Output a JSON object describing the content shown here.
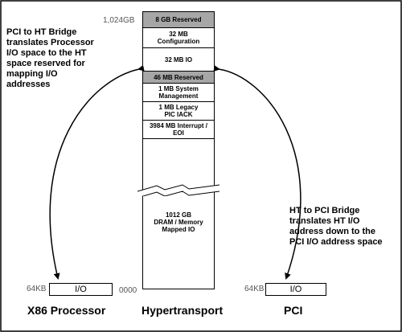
{
  "memory_map": {
    "top_address": "1,024GB",
    "bottom_address": "0000",
    "segments": [
      "8 GB Reserved",
      "32 MB\nConfiguration",
      "32 MB IO",
      "46 MB Reserved",
      "1 MB System\nManagement",
      "1 MB Legacy\nPIC IACK",
      "3984 MB Interrupt /\nEOI",
      "1012 GB\nDRAM / Memory\nMapped IO"
    ]
  },
  "notes": {
    "left": "PCI to HT Bridge\ntranslates Processor\nI/O space to the HT\nspace reserved for\nmapping  I/O\naddresses",
    "right": "HT to PCI Bridge\ntranslates HT I/O\naddress down to the\nPCI I/O address space"
  },
  "processor": {
    "address": "64KB",
    "io_label": "I/O"
  },
  "pci": {
    "address": "64KB",
    "io_label": "I/O"
  },
  "captions": {
    "processor": "X86 Processor",
    "hypertransport": "Hypertransport",
    "pci": "PCI"
  }
}
